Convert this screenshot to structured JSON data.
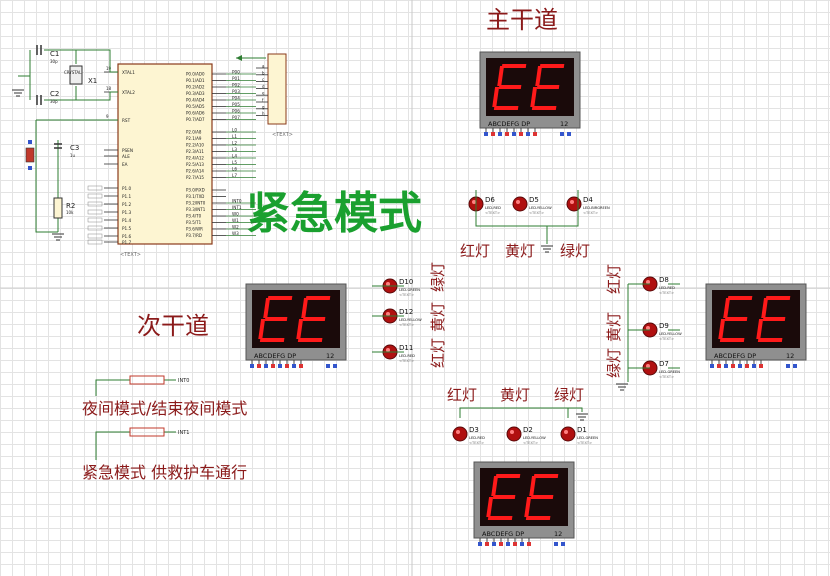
{
  "labels": {
    "main_road": "主干道",
    "side_road": "次干道",
    "emergency_mode": "紧急模式",
    "night_mode": "夜间模式/结束夜间模式",
    "emergency_desc": "紧急模式 供救护车通行",
    "red_light": "红灯",
    "yellow_light": "黄灯",
    "green_light": "绿灯"
  },
  "displays": {
    "digits": "EE",
    "pin_label": "ABCDEFG DP",
    "pin_num": "12"
  },
  "leds": {
    "d6": {
      "ref": "D6",
      "part": "LED-RED"
    },
    "d5": {
      "ref": "D5",
      "part": "LED-YELLOW"
    },
    "d4": {
      "ref": "D4",
      "part": "LED-BIRGREEN"
    },
    "d10": {
      "ref": "D10",
      "part": "LED-GREEN"
    },
    "d12": {
      "ref": "D12",
      "part": "LED-YELLOW"
    },
    "d11": {
      "ref": "D11",
      "part": "LED-RED"
    },
    "d8": {
      "ref": "D8",
      "part": "LED-RED"
    },
    "d9": {
      "ref": "D9",
      "part": "LED-YELLOW"
    },
    "d7": {
      "ref": "D7",
      "part": "LED-GREEN"
    },
    "d3": {
      "ref": "D3",
      "part": "LED-RED"
    },
    "d2": {
      "ref": "D2",
      "part": "LED-YELLOW"
    },
    "d1": {
      "ref": "D1",
      "part": "LED-GREEN"
    }
  },
  "components": {
    "c1": {
      "ref": "C1",
      "val": "30p"
    },
    "c2": {
      "ref": "C2",
      "val": "30p"
    },
    "c3": {
      "ref": "C3",
      "val": "1u"
    },
    "x1": {
      "ref": "X1",
      "val": "CRYSTAL"
    },
    "r2": {
      "ref": "R2",
      "val": "10k"
    },
    "text_tag": "<TEXT>"
  },
  "mcu": {
    "left_pins": [
      "XTAL1",
      "XTAL2",
      "RST",
      "PSEN",
      "ALE",
      "EA",
      "P1.0",
      "P1.1",
      "P1.2",
      "P1.3",
      "P1.4",
      "P1.5",
      "P1.6",
      "P1.7"
    ],
    "right_pins": [
      "P0.0/AD0",
      "P0.1/AD1",
      "P0.2/AD2",
      "P0.3/AD3",
      "P0.4/AD4",
      "P0.5/AD5",
      "P0.6/AD6",
      "P0.7/AD7",
      "P2.0/A8",
      "P2.1/A9",
      "P2.2/A10",
      "P2.3/A11",
      "P2.4/A12",
      "P2.5/A13",
      "P2.6/A14",
      "P2.7/A15",
      "P3.0/RXD",
      "P3.1/TXD",
      "P3.2/INT0",
      "P3.3/INT1",
      "P3.4/T0",
      "P3.5/T1",
      "P3.6/WR",
      "P3.7/RD"
    ],
    "p0_nets": [
      "P00",
      "P01",
      "P02",
      "P03",
      "P04",
      "P05",
      "P06",
      "P07"
    ],
    "p2_nets": [
      "L0",
      "L1",
      "L2",
      "L3",
      "L4",
      "L5",
      "L6",
      "L7"
    ],
    "p3_nets": [
      "",
      "",
      "INT0",
      "INT1",
      "W0",
      "W1",
      "W2",
      "W3"
    ],
    "pin_numbers": [
      "19",
      "18",
      "9"
    ]
  },
  "header": {
    "pins": [
      "a",
      "b",
      "c",
      "d",
      "e",
      "f",
      "g",
      "h"
    ]
  },
  "switches": {
    "s1": {
      "net": "INT0"
    },
    "s2": {
      "net": "INT1"
    }
  },
  "colors": {
    "emergency_text": "#1aa02f",
    "chinese_text": "#8b1a1a",
    "display_bg": "#8f8f8f",
    "segment_red": "#ff1a1a",
    "led_red": "#b01010",
    "wire": "#2e7d32"
  }
}
